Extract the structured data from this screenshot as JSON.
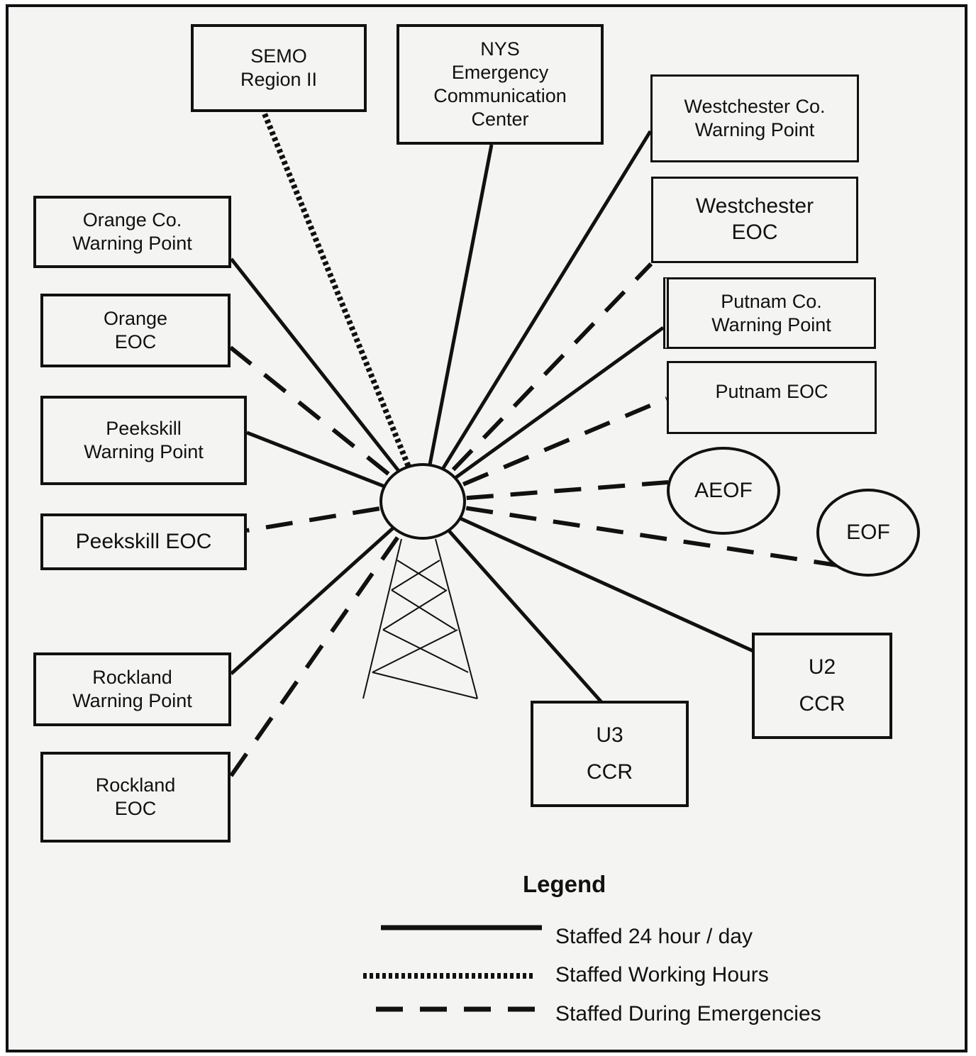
{
  "nodes": {
    "semo": {
      "line1": "SEMO",
      "line2": "Region II"
    },
    "nys": {
      "line1": "NYS",
      "line2": "Emergency",
      "line3": "Communication",
      "line4": "Center"
    },
    "westchester_wp": {
      "line1": "Westchester Co.",
      "line2": "Warning Point"
    },
    "westchester_eoc": {
      "line1": "Westchester",
      "line2": "EOC"
    },
    "putnam_wp": {
      "line1": "Putnam Co.",
      "line2": "Warning Point"
    },
    "putnam_eoc": {
      "line1": "Putnam EOC"
    },
    "aeof": {
      "line1": "AEOF"
    },
    "eof": {
      "line1": "EOF"
    },
    "u2": {
      "line1": "U2",
      "line2": "CCR"
    },
    "u3": {
      "line1": "U3",
      "line2": "CCR"
    },
    "orange_wp": {
      "line1": "Orange Co.",
      "line2": "Warning Point"
    },
    "orange_eoc": {
      "line1": "Orange",
      "line2": "EOC"
    },
    "peekskill_wp": {
      "line1": "Peekskill",
      "line2": "Warning Point"
    },
    "peekskill_eoc": {
      "line1": "Peekskill EOC"
    },
    "rockland_wp": {
      "line1": "Rockland",
      "line2": "Warning Point"
    },
    "rockland_eoc": {
      "line1": "Rockland",
      "line2": "EOC"
    }
  },
  "links": [
    {
      "to": "semo",
      "style": "dotted"
    },
    {
      "to": "nys",
      "style": "solid"
    },
    {
      "to": "westchester_wp",
      "style": "solid"
    },
    {
      "to": "westchester_eoc",
      "style": "dashed"
    },
    {
      "to": "putnam_wp",
      "style": "solid"
    },
    {
      "to": "putnam_eoc",
      "style": "dashed"
    },
    {
      "to": "aeof",
      "style": "dashed"
    },
    {
      "to": "eof",
      "style": "dashed"
    },
    {
      "to": "u2",
      "style": "solid"
    },
    {
      "to": "u3",
      "style": "solid"
    },
    {
      "to": "orange_wp",
      "style": "solid"
    },
    {
      "to": "orange_eoc",
      "style": "dashed"
    },
    {
      "to": "peekskill_wp",
      "style": "solid"
    },
    {
      "to": "peekskill_eoc",
      "style": "dashed"
    },
    {
      "to": "rockland_wp",
      "style": "solid"
    },
    {
      "to": "rockland_eoc",
      "style": "dashed"
    }
  ],
  "legend": {
    "title": "Legend",
    "solid": "Staffed 24 hour / day",
    "dotted": "Staffed Working Hours",
    "dashed": "Staffed During Emergencies"
  },
  "colors": {
    "line": "#111111",
    "background": "#f4f4f2"
  }
}
